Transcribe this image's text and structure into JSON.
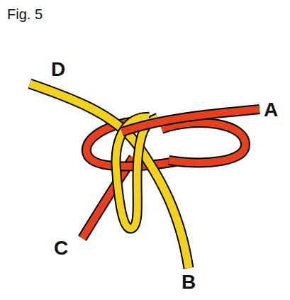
{
  "diagram": {
    "title": "Fig. 5",
    "labels": [
      "D",
      "A",
      "C",
      "B"
    ]
  }
}
